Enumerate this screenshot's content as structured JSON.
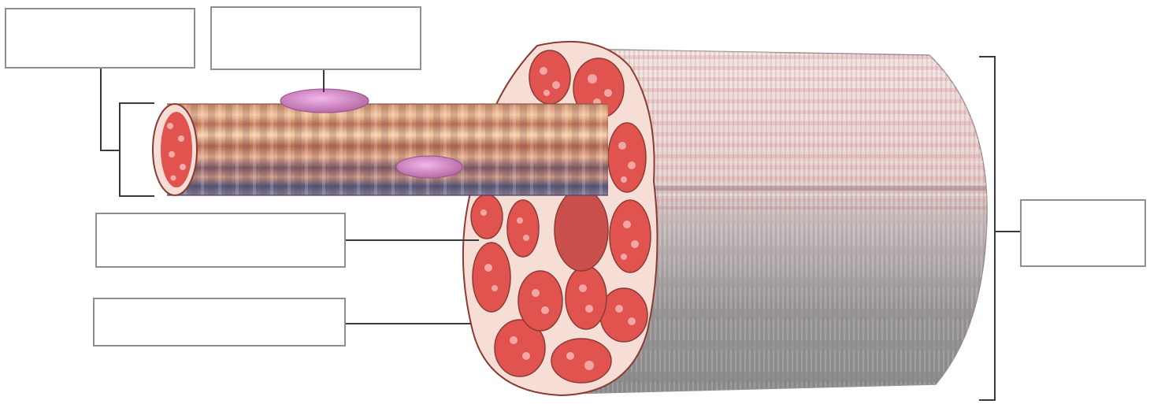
{
  "diagram": {
    "subject": "muscle",
    "structures": [
      {
        "id": "fascicle-cross-section",
        "icon": "fascicle-bundle-icon"
      },
      {
        "id": "single-fiber",
        "icon": "muscle-fiber-icon"
      },
      {
        "id": "nuclei",
        "icon": "nucleus-icon"
      },
      {
        "id": "whole-muscle-body",
        "icon": "striated-muscle-icon"
      }
    ],
    "label_boxes": [
      {
        "id": "box-1",
        "text": ""
      },
      {
        "id": "box-2",
        "text": ""
      },
      {
        "id": "box-3",
        "text": ""
      },
      {
        "id": "box-4",
        "text": ""
      },
      {
        "id": "box-5",
        "text": ""
      }
    ],
    "colors": {
      "fiber_red": "#e0534f",
      "fiber_pink": "#f4b7b3",
      "sheath": "#f6ddd6",
      "outline": "#8a3c33",
      "striation_dark": "#5b5a78",
      "striation_tan": "#e8b48c",
      "nucleus": "#d58ac8",
      "muscle_gray": "#8d8d8d",
      "leader_line": "#3a3a3a",
      "box_border": "#8f8f8f"
    }
  }
}
